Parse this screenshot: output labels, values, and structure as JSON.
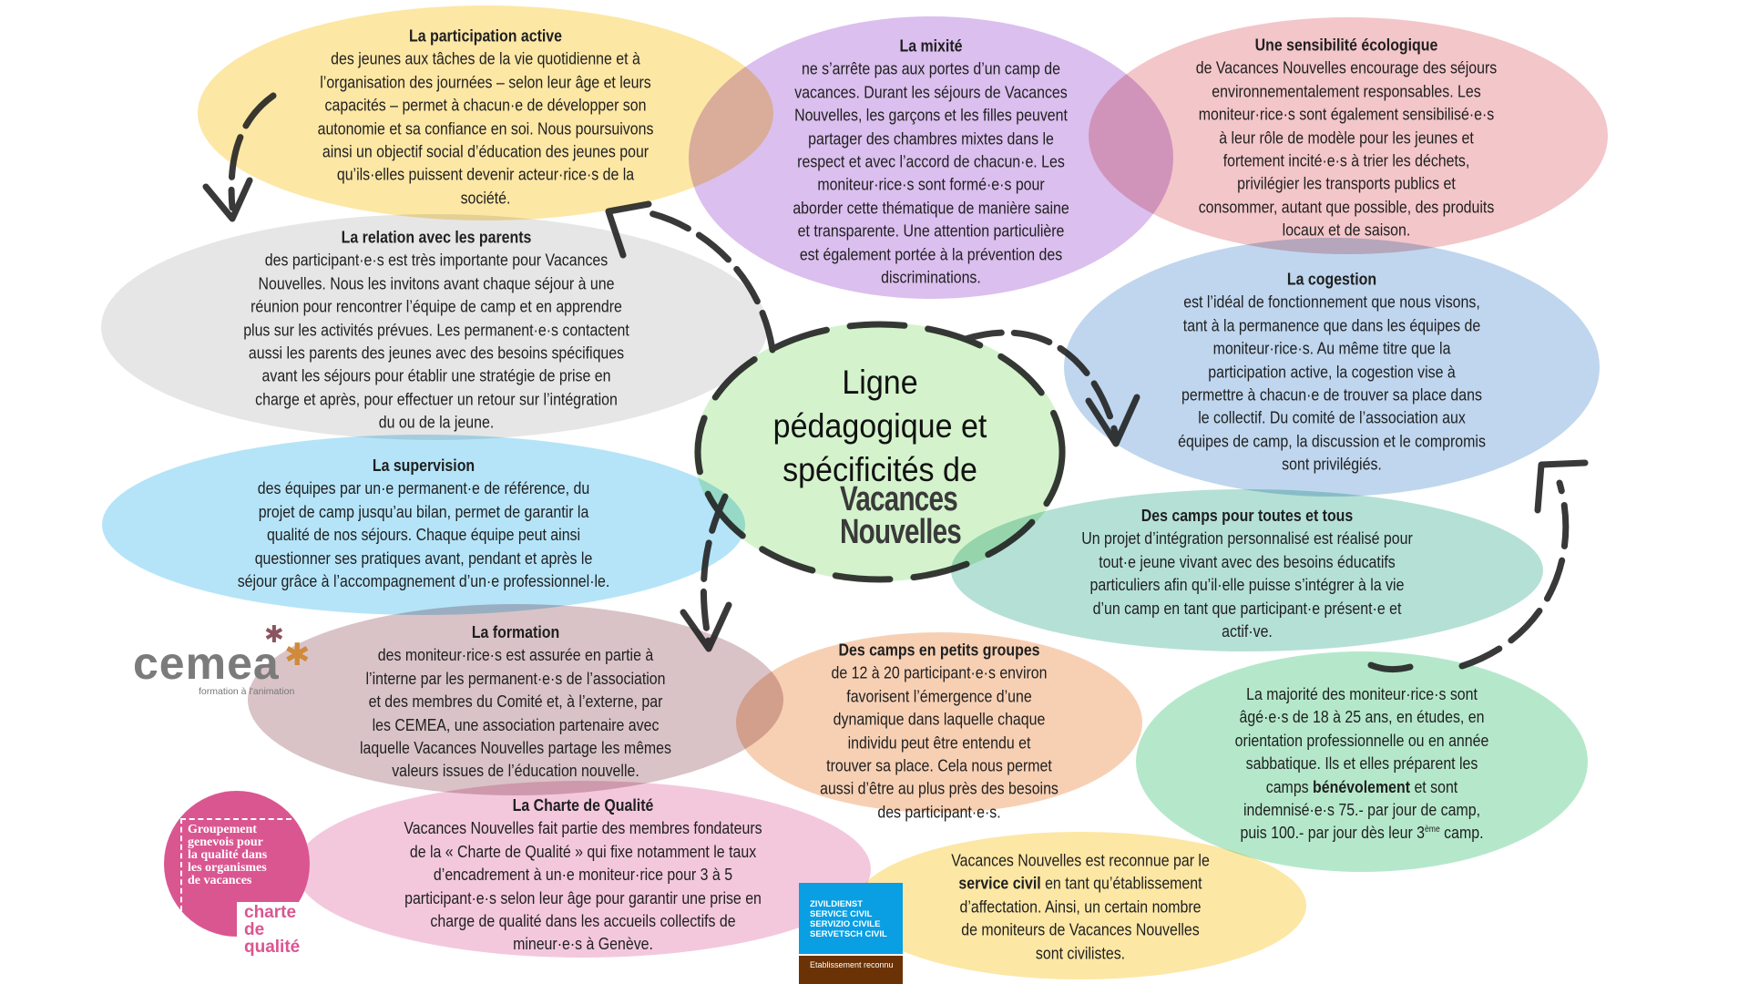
{
  "centre": {
    "title_lines": [
      "Ligne",
      "pédagogique et",
      "spécificités de"
    ],
    "logo_lines": [
      "Vacances",
      "Nouvelles"
    ]
  },
  "bubbles": [
    {
      "id": "participation",
      "title": "La participation active",
      "lines": [
        "des jeunes aux tâches de la vie quotidienne et à",
        "l’organisation des journées – selon leur âge et leurs",
        "capacités – permet à chacun·e de développer son",
        "autonomie et sa confiance en soi. Nous poursuivons",
        "ainsi un objectif social d’éducation des jeunes pour",
        "qu’ils·elles puissent devenir acteur·rice·s de la",
        "société."
      ]
    },
    {
      "id": "mixite",
      "title": "La mixité",
      "lines": [
        "ne s’arrête pas aux portes d’un camp de",
        "vacances. Durant les séjours de Vacances",
        "Nouvelles, les garçons et les filles peuvent",
        "partager des chambres mixtes dans le",
        "respect et avec l’accord de chacun·e.  Les",
        "moniteur·rice·s sont formé·e·s pour",
        "aborder cette thématique de manière saine",
        "et transparente. Une attention particulière",
        "est également portée à la prévention des",
        "discriminations."
      ]
    },
    {
      "id": "eco",
      "title": "Une sensibilité écologique",
      "lines": [
        "de Vacances Nouvelles encourage des séjours",
        "environnementalement responsables. Les",
        "moniteur·rice·s sont également sensibilisé·e·s",
        "à leur rôle de modèle pour les jeunes et",
        "fortement incité·e·s à trier les déchets,",
        "privilégier les transports publics et",
        "consommer, autant que possible, des produits",
        "locaux et de saison."
      ]
    },
    {
      "id": "parents",
      "title": "La relation avec les parents",
      "lines": [
        "des participant·e·s est très importante pour Vacances",
        "Nouvelles. Nous les invitons avant chaque séjour à une",
        "réunion pour rencontrer l’équipe de camp et en apprendre",
        "plus sur les activités prévues. Les permanent·e·s contactent",
        "aussi les parents des jeunes avec des besoins spécifiques",
        "avant les séjours pour établir une stratégie de prise en",
        "charge et après, pour effectuer un retour sur l’intégration",
        "du ou de la jeune."
      ]
    },
    {
      "id": "cogestion",
      "title": "La cogestion",
      "lines": [
        "est l’idéal de fonctionnement que nous visons,",
        "tant à la permanence que dans les équipes de",
        "moniteur·rice·s. Au même titre que la",
        "participation active, la cogestion vise à",
        "permettre à chacun·e de trouver sa place dans",
        "le collectif. Du comité de l’association aux",
        "équipes de camp, la discussion et le compromis",
        "sont privilégiés."
      ]
    },
    {
      "id": "supervision",
      "title": "La supervision",
      "lines": [
        "des équipes par un·e permanent·e de référence, du",
        "projet de camp jusqu’au bilan, permet de garantir la",
        "qualité de nos séjours. Chaque équipe peut ainsi",
        "questionner ses pratiques avant, pendant et après le",
        "séjour grâce à l’accompagnement d’un·e professionnel·le."
      ]
    },
    {
      "id": "tous",
      "title": "Des camps pour toutes et tous",
      "lines": [
        "Un projet d’intégration personnalisé est réalisé pour",
        "tout·e jeune vivant avec des besoins éducatifs",
        "particuliers afin qu’il·elle puisse s’intégrer à la vie",
        "d’un camp en tant que participant·e présent·e et",
        "actif·ve."
      ]
    },
    {
      "id": "formation",
      "title": "La formation",
      "lines": [
        "des moniteur·rice·s est assurée en partie à",
        "l’interne par les permanent·e·s de l’association",
        "et des membres du Comité et, à l’externe, par",
        "les CEMEA, une association partenaire avec",
        "laquelle Vacances Nouvelles partage les mêmes",
        "valeurs issues de l’éducation nouvelle."
      ]
    },
    {
      "id": "petits",
      "title": "Des camps en petits groupes",
      "lines": [
        "de 12 à 20 participant·e·s environ",
        "favorisent l’émergence d’une",
        "dynamique dans laquelle chaque",
        "individu peut être entendu et",
        "trouver sa place. Cela nous permet",
        "aussi d’être au plus près des besoins",
        "des participant·e·s."
      ]
    },
    {
      "id": "majorite",
      "title": null,
      "lines": [
        "La majorité des moniteur·rice·s sont",
        "âgé·e·s de 18 à 25 ans, en études, en",
        "orientation professionnelle ou en année",
        "sabbatique. Ils et elles préparent les",
        [
          {
            "t": "camps "
          },
          {
            "t": "bénévolement",
            "b": true
          },
          {
            "t": " et sont"
          }
        ],
        "indemnisé·e·s 75.- par jour de camp,",
        [
          {
            "t": "puis 100.- par jour dès leur 3"
          },
          {
            "t": "ème",
            "sup": true
          },
          {
            "t": " camp."
          }
        ]
      ]
    },
    {
      "id": "charte",
      "title": "La Charte de Qualité",
      "lines": [
        "Vacances Nouvelles fait partie des membres fondateurs",
        "de la « Charte de Qualité » qui fixe notamment le taux",
        "d’encadrement à un·e moniteur·rice pour 3 à 5",
        "participant·e·s selon leur âge pour garantir une prise en",
        "charge de qualité dans les accueils collectifs de",
        "mineur·e·s à Genève."
      ]
    },
    {
      "id": "service",
      "title": null,
      "lines": [
        "Vacances Nouvelles est reconnue par le",
        [
          {
            "t": "service civil",
            "b": true
          },
          {
            "t": " en tant qu’établissement"
          }
        ],
        "d’affectation. Ainsi, un certain nombre",
        "de moniteurs de Vacances Nouvelles",
        "sont civilistes."
      ]
    }
  ],
  "logos": {
    "cemea": {
      "word": "cemea",
      "tagline": "formation à l'animation"
    },
    "charte": {
      "group": "Groupement\ngenevois pour\nla qualité dans\nles organismes\nde vacances",
      "name": "charte\nde qualité"
    },
    "civil": {
      "lines": [
        "ZIVILDIENST",
        "SERVICE CIVIL",
        "SERVIZIO CIVILE",
        "SERVETSCH CIVIL"
      ],
      "status": "Etablissement reconnu"
    }
  },
  "colors": {
    "arrows": "#1e1e1e",
    "charte_pink": "#da5691",
    "civil_blue": "#0a9ee2",
    "civil_brown": "#6b3305"
  }
}
